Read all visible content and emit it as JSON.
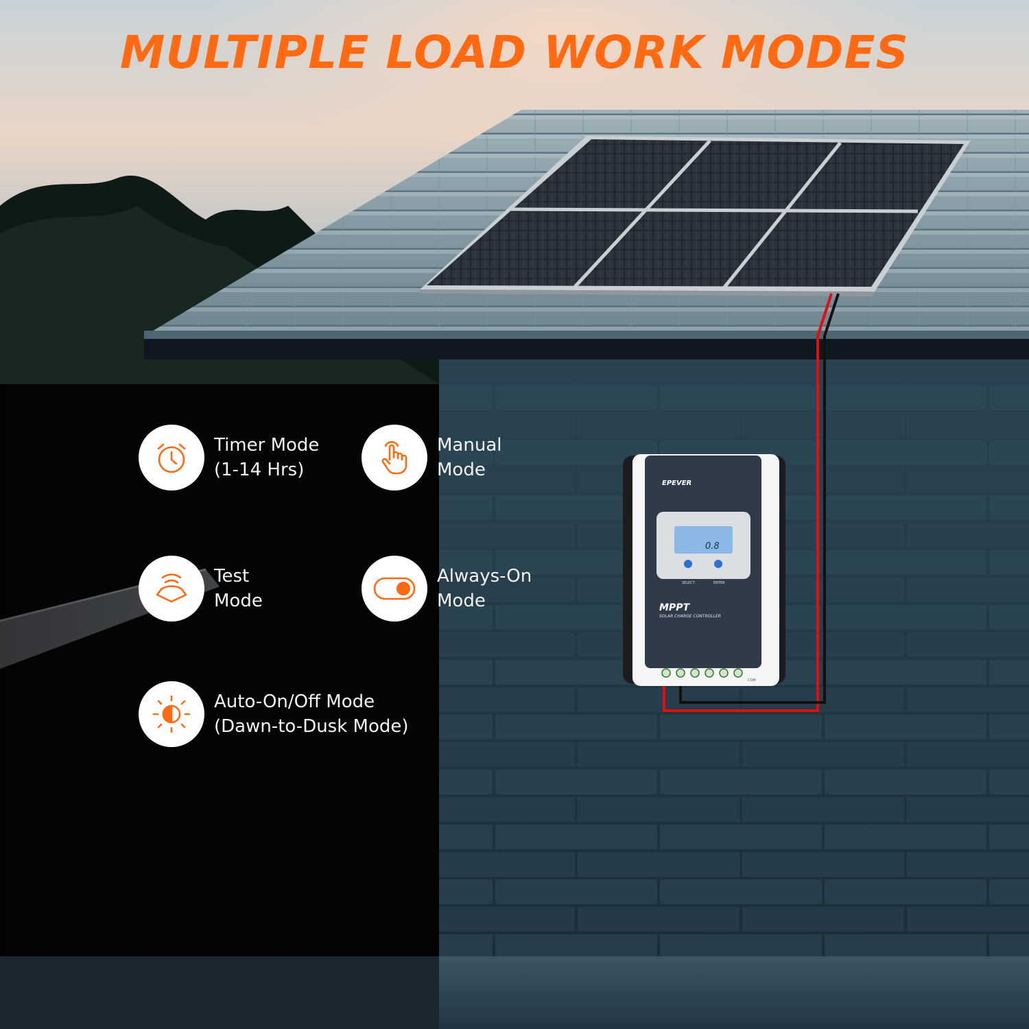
{
  "headline": "MULTIPLE LOAD WORK MODES",
  "accent_color": "#ff6a13",
  "modes": [
    {
      "icon": "alarm-clock-icon",
      "line1": "Timer Mode",
      "line2": "(1-14 Hrs)"
    },
    {
      "icon": "hand-pointer-icon",
      "line1": "Manual",
      "line2": "Mode"
    },
    {
      "icon": "signal-test-icon",
      "line1": "Test",
      "line2": "Mode"
    },
    {
      "icon": "toggle-switch-icon",
      "line1": "Always-On",
      "line2": "Mode"
    },
    {
      "icon": "half-sun-icon",
      "line1": "Auto-On/Off Mode",
      "line2": "(Dawn-to-Dusk Mode)"
    }
  ],
  "controller": {
    "brand": "EPEVER",
    "display_value": "0.8",
    "button_left": "SELECT",
    "button_right": "ENTER",
    "model": "MPPT",
    "subtitle": "SOLAR CHARGE CONTROLLER",
    "terminal_label": "COM"
  }
}
